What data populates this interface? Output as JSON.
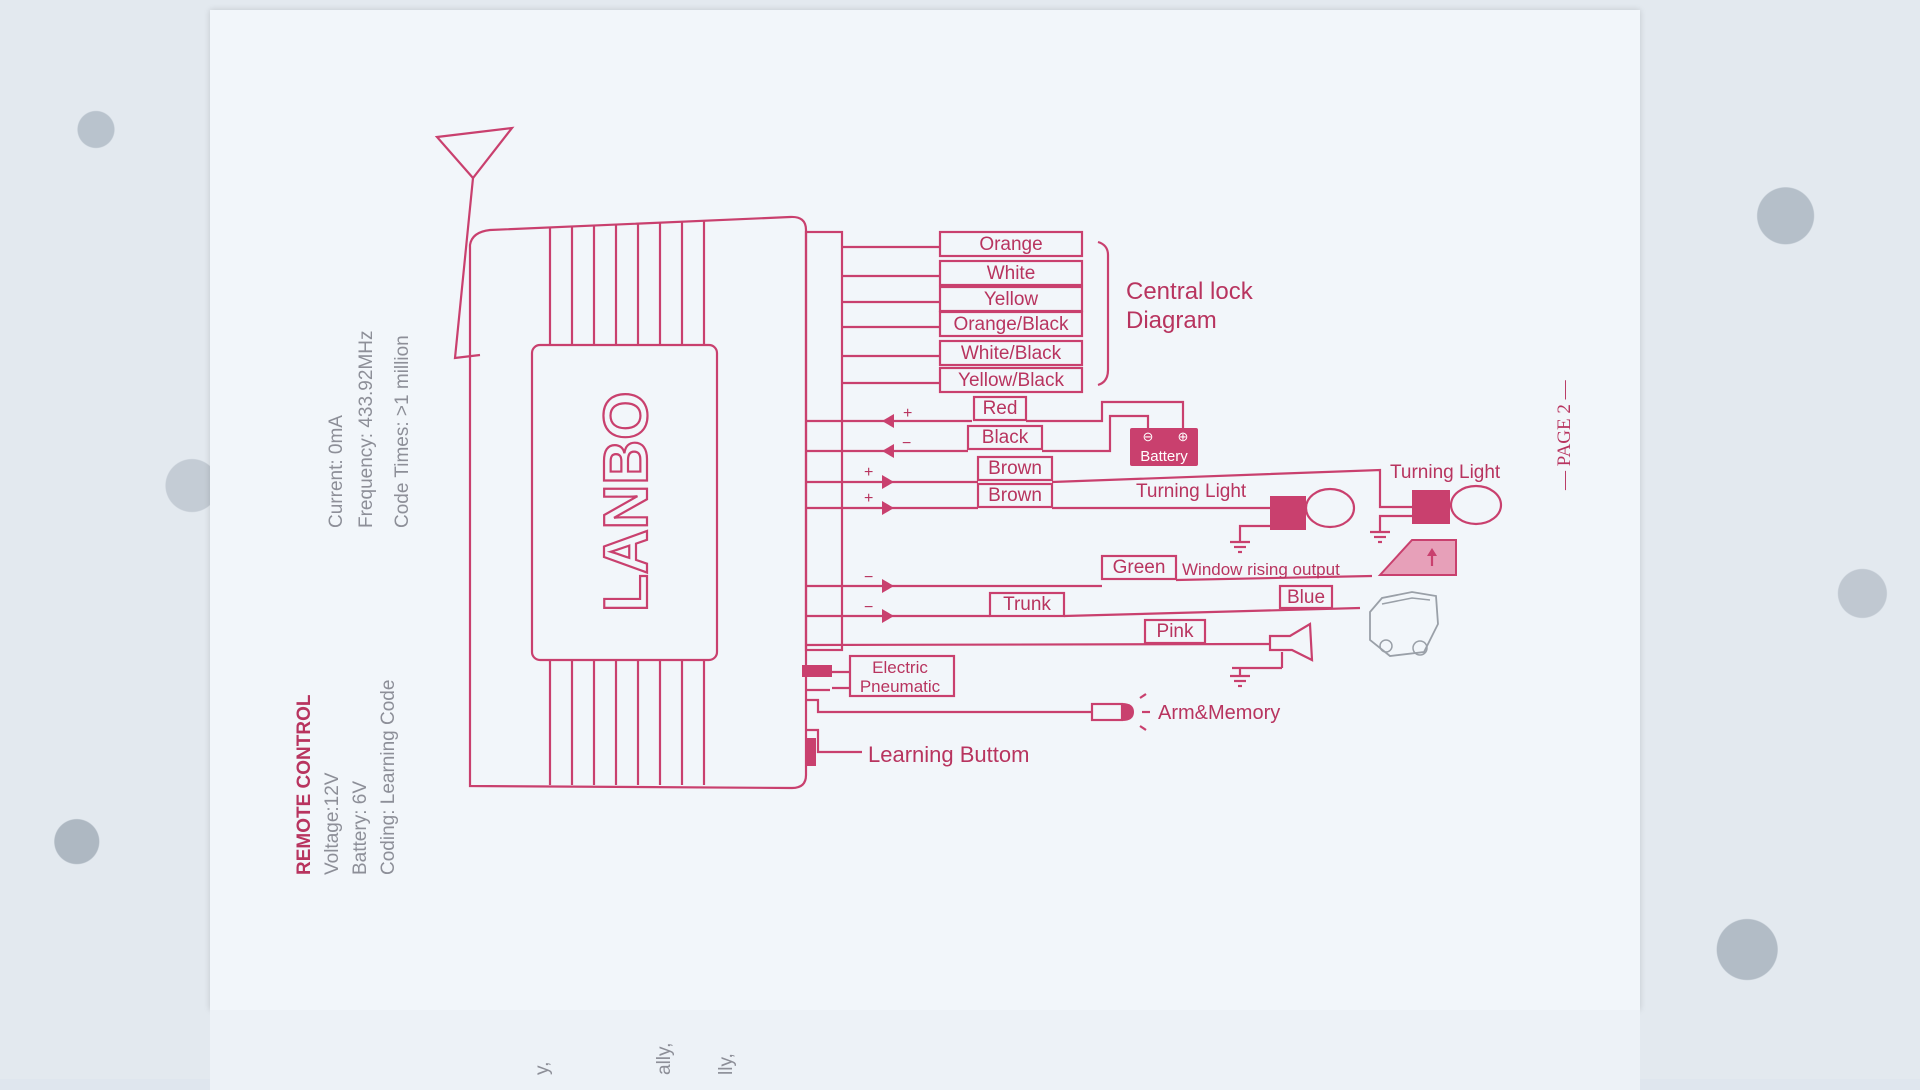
{
  "remote_control": {
    "heading": "REMOTE CONTROL",
    "voltage": "Voltage:12V",
    "battery": "Battery: 6V",
    "coding": "Coding: Learning Code",
    "current": "Current: 0mA",
    "frequency": "Frequency: 433.92MHz",
    "code_times": "Code Times: >1 million"
  },
  "unit_brand": "LANBO",
  "central_lock": {
    "title_line1": "Central lock",
    "title_line2": "Diagram",
    "wires": [
      "Orange",
      "White",
      "Yellow",
      "Orange/Black",
      "White/Black",
      "Yellow/Black"
    ]
  },
  "power": {
    "red": "Red",
    "black": "Black",
    "plus": "+",
    "minus": "−",
    "battery": "Battery",
    "battery_minus": "⊖",
    "battery_plus": "⊕"
  },
  "turning": {
    "brown1": "Brown",
    "brown2": "Brown",
    "light_left": "Turning Light",
    "light_right": "Turning Light"
  },
  "window": {
    "green": "Green",
    "label": "Window rising output"
  },
  "trunk": {
    "label": "Trunk",
    "blue": "Blue"
  },
  "siren": {
    "pink": "Pink"
  },
  "lock_mode": {
    "electric": "Electric",
    "pneumatic": "Pneumatic"
  },
  "arm_memory": "Arm&Memory",
  "learning_button": "Learning Buttom",
  "page_number": "— PAGE 2 —",
  "bottom_fragments": [
    "y,",
    "ally,",
    "lly,"
  ],
  "colors": {
    "ink": "#c9406e",
    "paper": "#f2f6fa"
  }
}
